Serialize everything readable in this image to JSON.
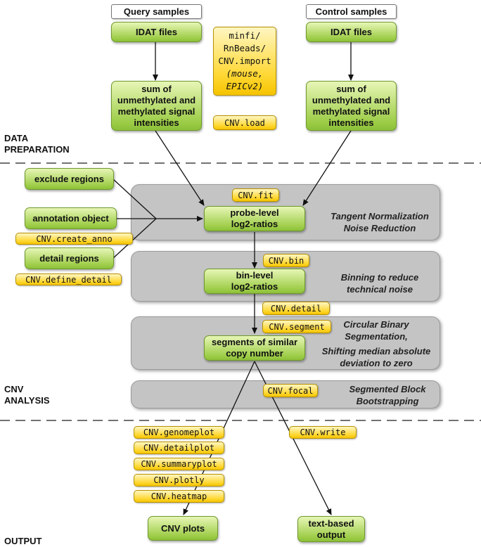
{
  "sections": {
    "data_preparation": [
      "DATA",
      "PREPARATION"
    ],
    "cnv_analysis": [
      "CNV",
      "ANALYSIS"
    ],
    "output": "OUTPUT"
  },
  "headers": {
    "query": "Query samples",
    "control": "Control samples"
  },
  "nodes": {
    "idat_query": "IDAT files",
    "idat_control": "IDAT files",
    "sum_query": [
      "sum of",
      "unmethylated and",
      "methylated signal",
      "intensities"
    ],
    "sum_control": [
      "sum of",
      "unmethylated and",
      "methylated signal",
      "intensities"
    ],
    "exclude_regions": "exclude regions",
    "annotation_object": "annotation object",
    "detail_regions": "detail regions",
    "probe_level": [
      "probe-level",
      "log2-ratios"
    ],
    "bin_level": [
      "bin-level",
      "log2-ratios"
    ],
    "segments": [
      "segments of similar",
      "copy number"
    ],
    "cnv_plots": "CNV plots",
    "text_output": [
      "text-based",
      "output"
    ]
  },
  "functions": {
    "import": {
      "line1": "minfi/",
      "line2": "RnBeads/",
      "line3": "CNV.import",
      "line4": "(mouse,",
      "line5": "EPICv2)"
    },
    "load": "CNV.load",
    "fit": "CNV.fit",
    "create_anno": "CNV.create_anno",
    "define_detail": "CNV.define_detail",
    "bin": "CNV.bin",
    "detail": "CNV.detail",
    "segment": "CNV.segment",
    "focal": "CNV.focal",
    "genomeplot": "CNV.genomeplot",
    "detailplot": "CNV.detailplot",
    "summaryplot": "CNV.summaryplot",
    "plotly": "CNV.plotly",
    "heatmap": "CNV.heatmap",
    "write": "CNV.write"
  },
  "steps": {
    "tangent": [
      "Tangent Normalization",
      "Noise Reduction"
    ],
    "binning": [
      "Binning to reduce",
      "technical noise"
    ],
    "cbs1": [
      "Circular Binary",
      "Segmentation,"
    ],
    "cbs2": [
      "Shifting median absolute",
      "deviation to zero"
    ],
    "bootstrap": [
      "Segmented Block",
      "Bootstrapping"
    ]
  },
  "colors": {
    "green_top": "#e7f6b6",
    "green_bottom": "#8cbf3a",
    "yellow": "#ffd835",
    "grey_panel": "#c4c4c4"
  }
}
